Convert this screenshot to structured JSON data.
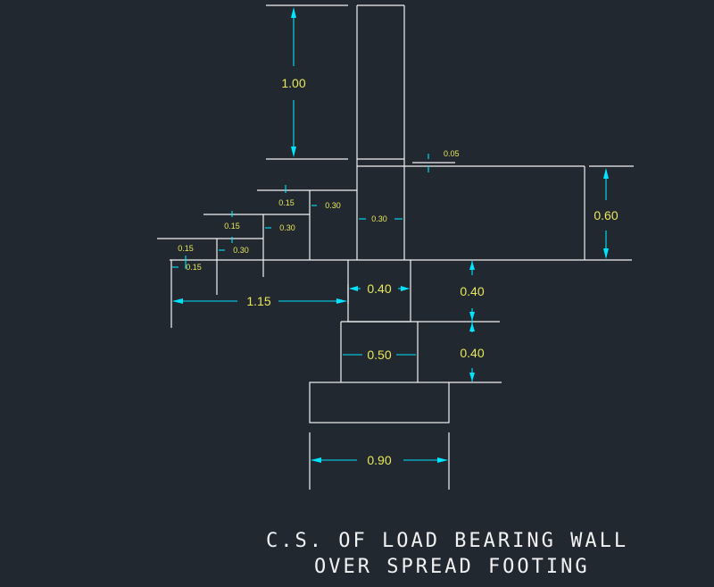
{
  "title": {
    "line1": "C.S. OF LOAD BEARING WALL",
    "line2": "OVER SPREAD FOOTING"
  },
  "dims": {
    "wall_height": "1.00",
    "offset": "0.05",
    "beam_depth": "0.60",
    "wall_width": "0.30",
    "step_rise_1": "0.15",
    "step_tread_1": "0.30",
    "step_rise_2": "0.15",
    "step_tread_2": "0.30",
    "step_rise_3": "0.15",
    "step_tread_3": "0.30",
    "stairs_run": "1.15",
    "stem_width": "0.40",
    "stem_height": "0.40",
    "pedestal_width": "0.50",
    "pedestal_height": "0.40",
    "footing_width": "0.90"
  },
  "colors": {
    "background": "#212830",
    "lines": "#f2f2f2",
    "dimension_lines": "#00e5ff",
    "dimension_text": "#e8e85a"
  }
}
